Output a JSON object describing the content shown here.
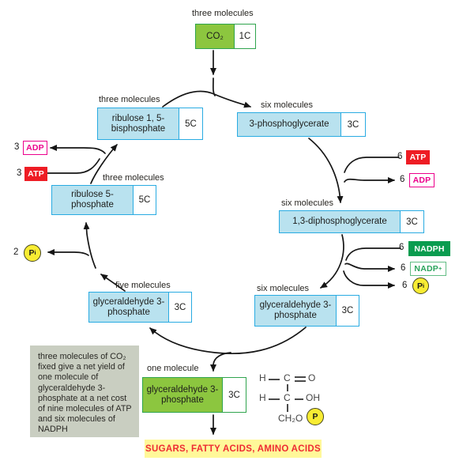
{
  "boxes": {
    "co2": {
      "qty": "three molecules",
      "name": "CO₂",
      "carbons": "1C"
    },
    "rubp": {
      "qty": "three molecules",
      "name": "ribulose 1, 5-bisphosphate",
      "carbons": "5C"
    },
    "pg3": {
      "qty": "six molecules",
      "name": "3-phosphoglycerate",
      "carbons": "3C"
    },
    "r5p": {
      "qty": "three molecules",
      "name": "ribulose 5-phosphate",
      "carbons": "5C"
    },
    "dpg": {
      "qty": "six molecules",
      "name": "1,3-diphosphoglycerate",
      "carbons": "3C"
    },
    "g3p_five": {
      "qty": "five molecules",
      "name": "glyceraldehyde 3-phosphate",
      "carbons": "3C"
    },
    "g3p_six": {
      "qty": "six molecules",
      "name": "glyceraldehyde 3-phosphate",
      "carbons": "3C"
    },
    "g3p_one": {
      "qty": "one molecule",
      "name": "glyceraldehyde 3-phosphate",
      "carbons": "3C"
    }
  },
  "cofactors": {
    "adp_left": {
      "count": "3",
      "label": "ADP"
    },
    "atp_left": {
      "count": "3",
      "label": "ATP"
    },
    "atp_right": {
      "count": "6",
      "label": "ATP"
    },
    "adp_right": {
      "count": "6",
      "label": "ADP"
    },
    "nadph": {
      "count": "6",
      "label": "NADPH"
    },
    "nadp": {
      "count": "6",
      "label": "NADP",
      "sup": "+"
    },
    "pi_right": {
      "count": "6",
      "label": "P",
      "sub": "i"
    },
    "pi_left": {
      "count": "2",
      "label": "P",
      "sub": "i"
    }
  },
  "note": {
    "text": "three molecules of CO₂ fixed give a net yield of one molecule of glyceraldehyde 3-phosphate at a net cost of nine molecules of ATP and six molecules of NADPH"
  },
  "banner": {
    "text": "SUGARS, FATTY ACIDS, AMINO ACIDS"
  },
  "structure": {
    "row1": {
      "left": "H",
      "center": "C",
      "right": "O"
    },
    "row2": {
      "left": "H",
      "center": "C",
      "right": "OH"
    },
    "row3": {
      "formula": "CH₂O",
      "phosphate": "P"
    }
  },
  "colors": {
    "box_fill": "#b9e2ef",
    "box_border": "#29abe2",
    "green_fill": "#8cc63f",
    "green_border": "#2fa44e",
    "atp_red": "#ee1c24",
    "adp_pink": "#ec008c",
    "nadph_green": "#0a9c4f",
    "pi_yellow": "#f8ec33",
    "note_gray": "#c9cec1",
    "banner_yellow": "#fff899",
    "banner_text_red": "#ee2b33"
  }
}
